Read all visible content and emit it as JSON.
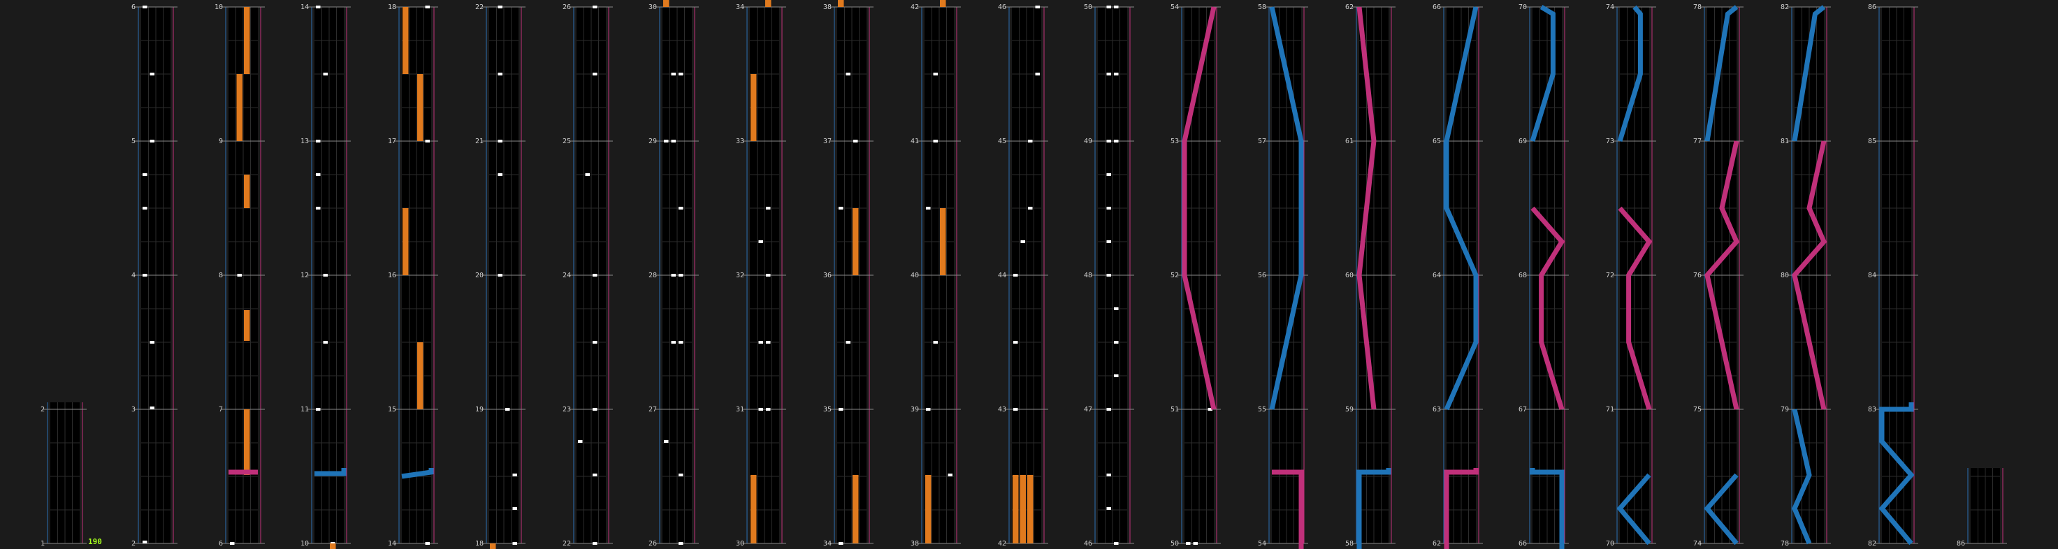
{
  "editor": {
    "combo_counter": "190",
    "colors": {
      "background": "#1b1b1b",
      "lane_bg": "#000000",
      "lane_grid": "#2c2c2c",
      "measure_line": "#8a8a8a",
      "left_guide": "#2b6fb3",
      "right_guide": "#c0307a",
      "tap_note": "#ffffff",
      "hold_note": "#e07a1e",
      "laser_left": "#1f74b8",
      "laser_right": "#c0307a",
      "combo": "#a6ff1e"
    }
  },
  "columns": [
    {
      "measures": [
        "1",
        "2"
      ],
      "partial": true
    },
    {
      "measures": [
        "2",
        "3",
        "4",
        "5",
        "6"
      ]
    },
    {
      "measures": [
        "6",
        "7",
        "8",
        "9",
        "10"
      ]
    },
    {
      "measures": [
        "10",
        "11",
        "12",
        "13",
        "14"
      ]
    },
    {
      "measures": [
        "14",
        "15",
        "16",
        "17",
        "18"
      ]
    },
    {
      "measures": [
        "18",
        "19",
        "20",
        "21",
        "22"
      ]
    },
    {
      "measures": [
        "22",
        "23",
        "24",
        "25",
        "26"
      ]
    },
    {
      "measures": [
        "26",
        "27",
        "28",
        "29",
        "30"
      ]
    },
    {
      "measures": [
        "30",
        "31",
        "32",
        "33",
        "34"
      ]
    },
    {
      "measures": [
        "34",
        "35",
        "36",
        "37",
        "38"
      ]
    },
    {
      "measures": [
        "38",
        "39",
        "40",
        "41",
        "42"
      ]
    },
    {
      "measures": [
        "42",
        "43",
        "44",
        "45",
        "46"
      ]
    },
    {
      "measures": [
        "46",
        "47",
        "48",
        "49",
        "50"
      ]
    },
    {
      "measures": [
        "50",
        "51",
        "52",
        "53",
        "54"
      ]
    },
    {
      "measures": [
        "54",
        "55",
        "56",
        "57",
        "58"
      ]
    },
    {
      "measures": [
        "58",
        "59",
        "60",
        "61",
        "62"
      ]
    },
    {
      "measures": [
        "62",
        "63",
        "64",
        "65",
        "66"
      ]
    },
    {
      "measures": [
        "66",
        "67",
        "68",
        "69",
        "70"
      ]
    },
    {
      "measures": [
        "70",
        "71",
        "72",
        "73",
        "74"
      ]
    },
    {
      "measures": [
        "74",
        "75",
        "76",
        "77",
        "78"
      ]
    },
    {
      "measures": [
        "78",
        "79",
        "80",
        "81",
        "82"
      ]
    },
    {
      "measures": [
        "82",
        "83",
        "84",
        "85",
        "86"
      ]
    },
    {
      "measures": [
        "86"
      ],
      "partial": true
    }
  ]
}
